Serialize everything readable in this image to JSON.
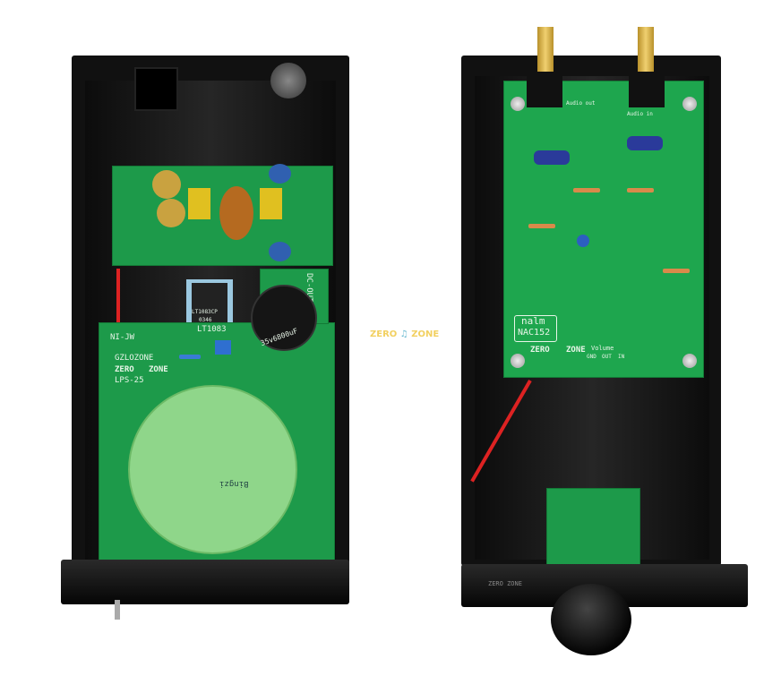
{
  "watermark": {
    "text_left": "ZERO",
    "text_right": "ZONE",
    "color": "#f2d060"
  },
  "left_unit": {
    "labels": {
      "regulator_top": "LT1083CP",
      "regulator_code": "0346",
      "regulator_pcb": "LT1083",
      "capacitor": "35v6800uF",
      "brand": "GZLOZONE",
      "zero": "ZERO",
      "zone": "ZONE",
      "model": "LPS-25",
      "ac_in": "NI-JW",
      "dc_out": "DC-OUT"
    },
    "transformer_label": "Bingzi"
  },
  "right_unit": {
    "labels": {
      "brand": "nalm",
      "model": "NAC152",
      "zero": "ZERO",
      "zone": "ZONE",
      "volume": "Volume",
      "gnd": "GND",
      "out": "OUT",
      "in": "IN",
      "audio_out": "Audio out",
      "audio_in": "Audio in"
    },
    "panel_logo": "ZERO ZONE"
  },
  "colors": {
    "pcb": "#1d9a4a",
    "chassis": "#111111",
    "transformer": "#8fd68a"
  }
}
